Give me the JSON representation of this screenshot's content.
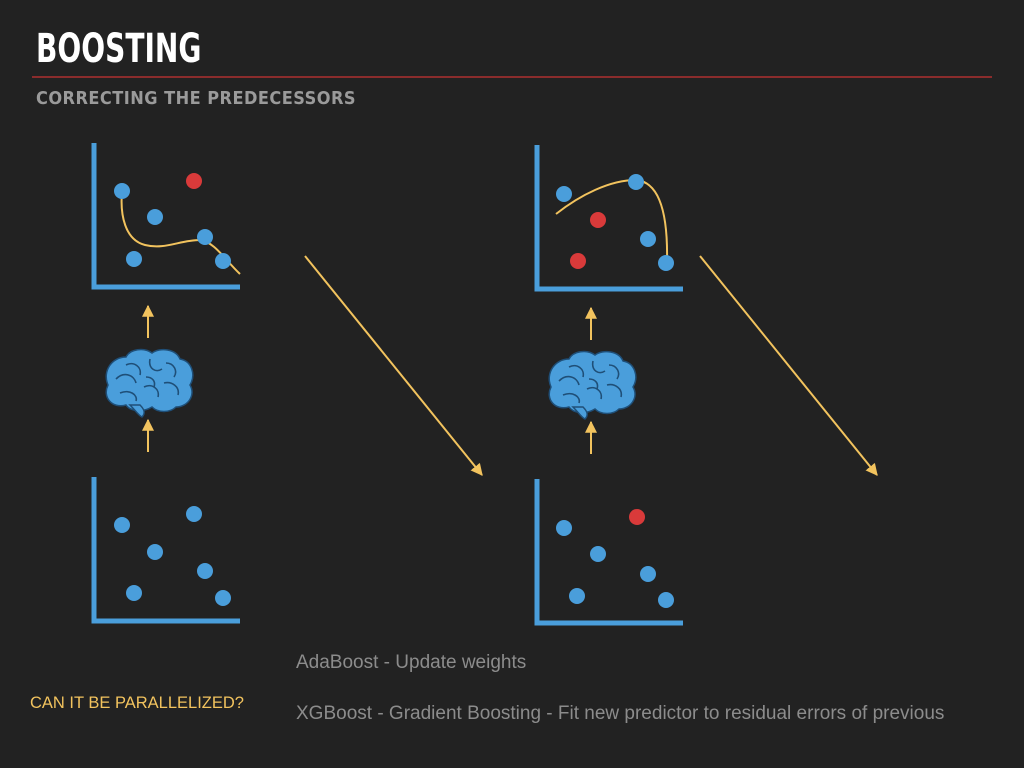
{
  "slide": {
    "title": "BOOSTING",
    "subtitle": "CORRECTING THE PREDECESSORS"
  },
  "notes": {
    "adaboost": "AdaBoost - Update weights",
    "xgboost": "XGBoost - Gradient Boosting - Fit new predictor to residual errors of previous"
  },
  "question": "CAN IT BE PARALLELIZED?",
  "colors": {
    "background": "#222222",
    "axis": "#4a9edb",
    "point_correct": "#4a9edb",
    "point_error": "#d93a3a",
    "curve": "#f2c35e",
    "arrow": "#f2c35e",
    "rule": "#8b2c2c",
    "brain": "#4a9edb"
  },
  "icons": [
    "brain-icon",
    "brain-icon"
  ],
  "plots": [
    {
      "name": "plot-stage1-input",
      "points": [
        {
          "c": "blue"
        },
        {
          "c": "blue"
        },
        {
          "c": "blue"
        },
        {
          "c": "blue"
        },
        {
          "c": "blue"
        },
        {
          "c": "blue"
        }
      ]
    },
    {
      "name": "plot-stage1-output",
      "points": [
        {
          "c": "blue"
        },
        {
          "c": "red"
        },
        {
          "c": "blue"
        },
        {
          "c": "blue"
        },
        {
          "c": "blue"
        },
        {
          "c": "blue"
        }
      ],
      "has_fit_curve": true
    },
    {
      "name": "plot-stage2-input",
      "points": [
        {
          "c": "blue"
        },
        {
          "c": "red"
        },
        {
          "c": "blue"
        },
        {
          "c": "blue"
        },
        {
          "c": "blue"
        },
        {
          "c": "blue"
        }
      ]
    },
    {
      "name": "plot-stage2-output",
      "points": [
        {
          "c": "blue"
        },
        {
          "c": "blue"
        },
        {
          "c": "red"
        },
        {
          "c": "blue"
        },
        {
          "c": "red"
        },
        {
          "c": "blue"
        }
      ],
      "has_fit_curve": true
    }
  ]
}
